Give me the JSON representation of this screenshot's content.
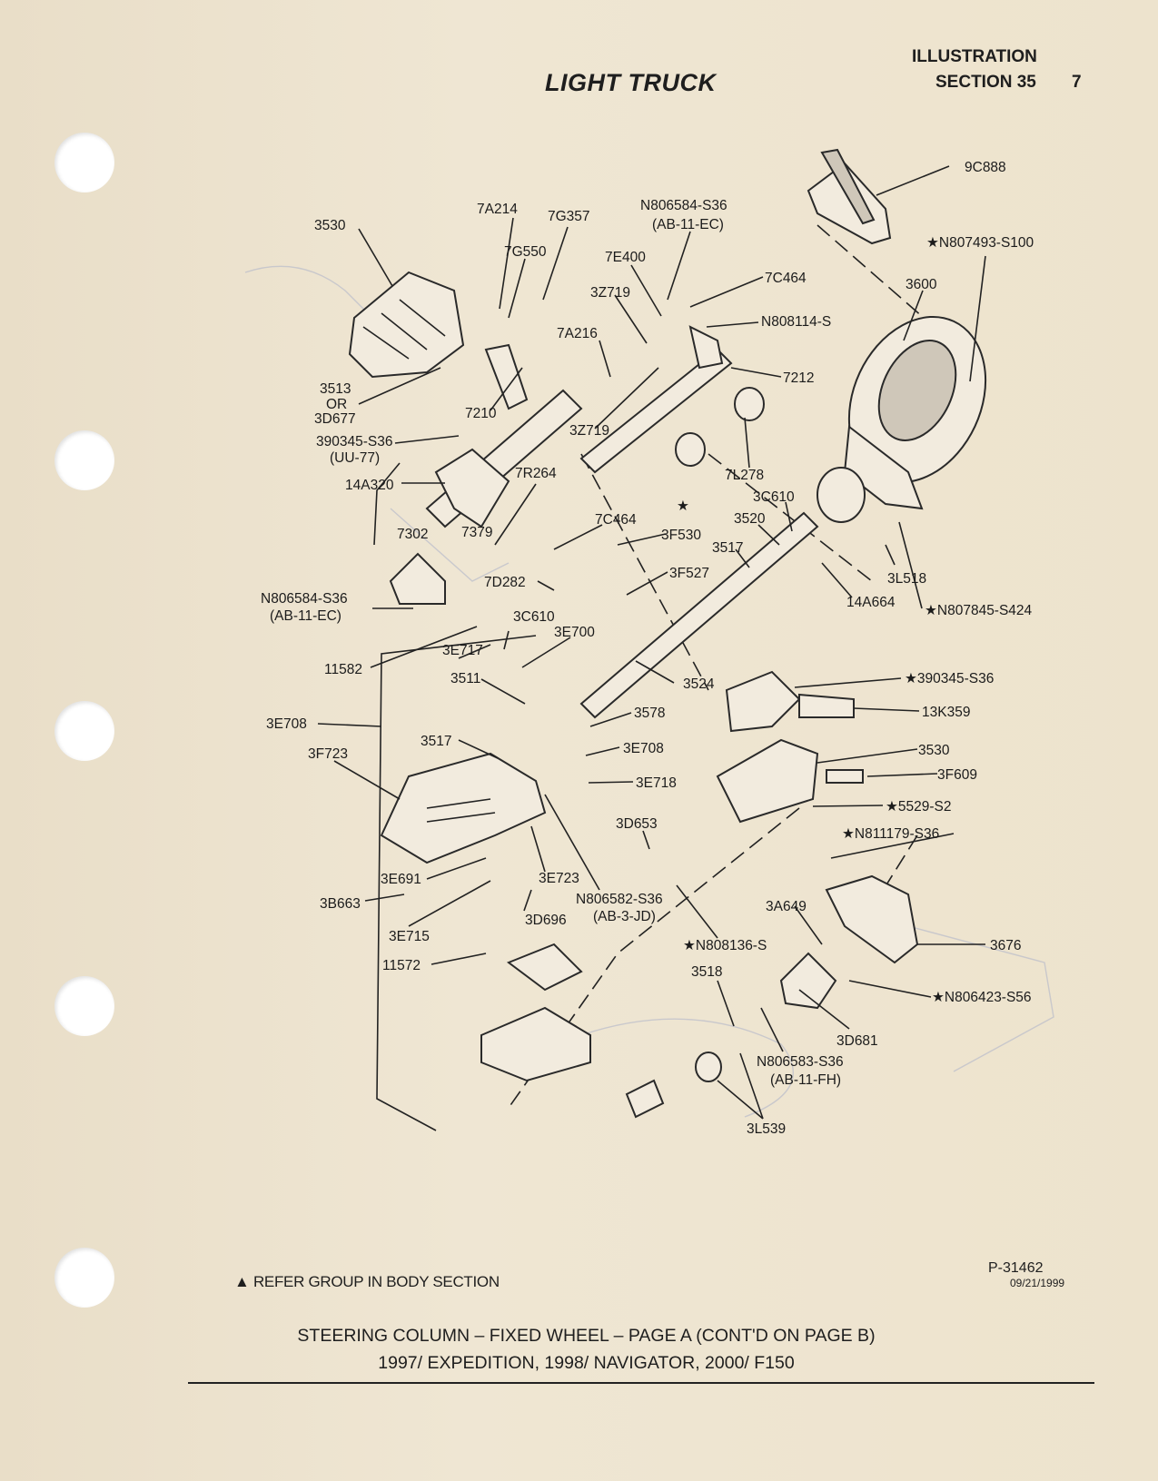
{
  "header": {
    "illustration": "ILLUSTRATION",
    "section": "SECTION 35",
    "page_number": "7",
    "title": "LIGHT TRUCK"
  },
  "callouts": [
    {
      "id": "c-9c888",
      "text": "9C888"
    },
    {
      "id": "c-n807493",
      "text": "★N807493-S100"
    },
    {
      "id": "c-3600",
      "text": "3600"
    },
    {
      "id": "c-7a214",
      "text": "7A214"
    },
    {
      "id": "c-7g357",
      "text": "7G357"
    },
    {
      "id": "c-n806584a",
      "text": "N806584-S36"
    },
    {
      "id": "c-n806584a2",
      "text": "(AB-11-EC)"
    },
    {
      "id": "c-3530a",
      "text": "3530"
    },
    {
      "id": "c-7g550",
      "text": "7G550"
    },
    {
      "id": "c-7e400",
      "text": "7E400"
    },
    {
      "id": "c-7c464a",
      "text": "7C464"
    },
    {
      "id": "c-3z719a",
      "text": "3Z719"
    },
    {
      "id": "c-n808114",
      "text": "N808114-S"
    },
    {
      "id": "c-7a216",
      "text": "7A216"
    },
    {
      "id": "c-7212",
      "text": "7212"
    },
    {
      "id": "c-3513",
      "text": "3513"
    },
    {
      "id": "c-or",
      "text": "OR"
    },
    {
      "id": "c-3d677",
      "text": "3D677"
    },
    {
      "id": "c-7210",
      "text": "7210"
    },
    {
      "id": "c-3z719b",
      "text": "3Z719"
    },
    {
      "id": "c-390345a",
      "text": "390345-S36"
    },
    {
      "id": "c-uu77",
      "text": "(UU-77)"
    },
    {
      "id": "c-7l278",
      "text": "7L278"
    },
    {
      "id": "c-14a320",
      "text": "14A320"
    },
    {
      "id": "c-7r264",
      "text": "7R264"
    },
    {
      "id": "c-3c610a",
      "text": "3C610"
    },
    {
      "id": "c-3520",
      "text": "3520"
    },
    {
      "id": "c-7c464b",
      "text": "7C464"
    },
    {
      "id": "c-7302",
      "text": "7302"
    },
    {
      "id": "c-7379",
      "text": "7379"
    },
    {
      "id": "c-3f530",
      "text": "3F530"
    },
    {
      "id": "c-3517a",
      "text": "3517"
    },
    {
      "id": "c-3f527",
      "text": "3F527"
    },
    {
      "id": "c-7d282",
      "text": "7D282"
    },
    {
      "id": "c-3l518",
      "text": "3L518"
    },
    {
      "id": "c-n806584b",
      "text": "N806584-S36"
    },
    {
      "id": "c-n806584b2",
      "text": "(AB-11-EC)"
    },
    {
      "id": "c-14a664",
      "text": "14A664"
    },
    {
      "id": "c-n807845",
      "text": "★N807845-S424"
    },
    {
      "id": "c-3c610b",
      "text": "3C610"
    },
    {
      "id": "c-3e700",
      "text": "3E700"
    },
    {
      "id": "c-3e717",
      "text": "3E717"
    },
    {
      "id": "c-11582",
      "text": "11582"
    },
    {
      "id": "c-3511",
      "text": "3511"
    },
    {
      "id": "c-3524",
      "text": "3524"
    },
    {
      "id": "c-390345b",
      "text": "★390345-S36"
    },
    {
      "id": "c-3578",
      "text": "3578"
    },
    {
      "id": "c-13k359",
      "text": "13K359"
    },
    {
      "id": "c-3e708a",
      "text": "3E708"
    },
    {
      "id": "c-3517b",
      "text": "3517"
    },
    {
      "id": "c-3e708b",
      "text": "3E708"
    },
    {
      "id": "c-3530b",
      "text": "3530"
    },
    {
      "id": "c-3f723",
      "text": "3F723"
    },
    {
      "id": "c-3f609",
      "text": "3F609"
    },
    {
      "id": "c-3e718",
      "text": "3E718"
    },
    {
      "id": "c-5529",
      "text": "★5529-S2"
    },
    {
      "id": "c-3d653",
      "text": "3D653"
    },
    {
      "id": "c-n811179",
      "text": "★N811179-S36"
    },
    {
      "id": "c-3e691",
      "text": "3E691"
    },
    {
      "id": "c-3e723",
      "text": "3E723"
    },
    {
      "id": "c-n806582",
      "text": "N806582-S36"
    },
    {
      "id": "c-ab3jd",
      "text": "(AB-3-JD)"
    },
    {
      "id": "c-3b663",
      "text": "3B663"
    },
    {
      "id": "c-3d696",
      "text": "3D696"
    },
    {
      "id": "c-3a649",
      "text": "3A649"
    },
    {
      "id": "c-3e715",
      "text": "3E715"
    },
    {
      "id": "c-3676",
      "text": "3676"
    },
    {
      "id": "c-11572",
      "text": "11572"
    },
    {
      "id": "c-n808136",
      "text": "★N808136-S"
    },
    {
      "id": "c-3518",
      "text": "3518"
    },
    {
      "id": "c-n806423",
      "text": "★N806423-S56"
    },
    {
      "id": "c-3d681",
      "text": "3D681"
    },
    {
      "id": "c-n806583",
      "text": "N806583-S36"
    },
    {
      "id": "c-ab11fh",
      "text": "(AB-11-FH)"
    },
    {
      "id": "c-3l539",
      "text": "3L539"
    },
    {
      "id": "c-star",
      "text": "★"
    }
  ],
  "footer": {
    "legend": "▲ REFER GROUP IN BODY SECTION",
    "figure_number": "P-31462",
    "figure_date": "09/21/1999",
    "caption_line1": "STEERING COLUMN – FIXED WHEEL – PAGE A (CONT'D ON PAGE B)",
    "caption_line2": "1997/ EXPEDITION, 1998/ NAVIGATOR, 2000/ F150"
  }
}
